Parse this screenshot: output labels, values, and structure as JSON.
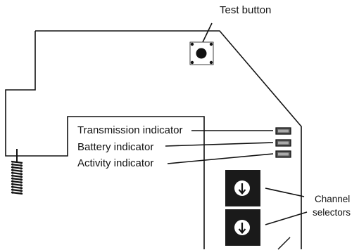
{
  "labels": {
    "test_button": "Test button",
    "transmission_indicator": "Transmission indicator",
    "battery_indicator": "Battery indicator",
    "activity_indicator": "Activity indicator",
    "channel_selectors_line1": "Channel",
    "channel_selectors_line2": "selectors"
  },
  "icons": {
    "selector_arrow": "arrow-down-icon",
    "spring": "spring-antenna-icon"
  },
  "colors": {
    "outline": "#111111",
    "selector_fill": "#1a1a1a",
    "indicator_fill": "#555555",
    "background": "#ffffff"
  }
}
